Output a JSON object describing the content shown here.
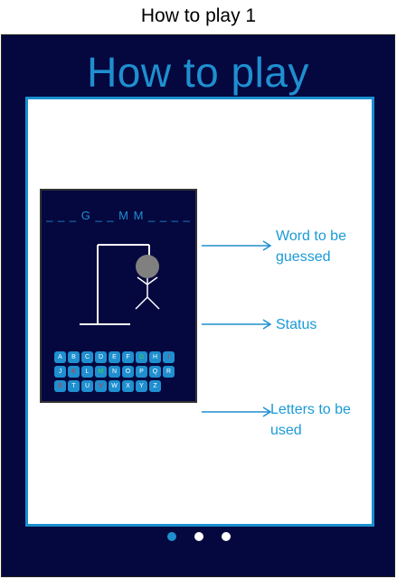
{
  "caption": "How to play 1",
  "screen": {
    "title": "How to play",
    "hangman_preview": {
      "word_pattern": "_ _ _ G _ _ M M _ _ _ _",
      "keyboard_rows": [
        [
          {
            "letter": "A",
            "state": "normal"
          },
          {
            "letter": "B",
            "state": "normal"
          },
          {
            "letter": "C",
            "state": "normal"
          },
          {
            "letter": "D",
            "state": "normal"
          },
          {
            "letter": "E",
            "state": "normal"
          },
          {
            "letter": "F",
            "state": "normal"
          },
          {
            "letter": "G",
            "state": "correct"
          },
          {
            "letter": "H",
            "state": "normal"
          },
          {
            "letter": "I",
            "state": "wrong"
          }
        ],
        [
          {
            "letter": "J",
            "state": "normal"
          },
          {
            "letter": "K",
            "state": "wrong"
          },
          {
            "letter": "L",
            "state": "normal"
          },
          {
            "letter": "M",
            "state": "correct"
          },
          {
            "letter": "N",
            "state": "normal"
          },
          {
            "letter": "O",
            "state": "normal"
          },
          {
            "letter": "P",
            "state": "normal"
          },
          {
            "letter": "Q",
            "state": "normal"
          },
          {
            "letter": "R",
            "state": "normal"
          }
        ],
        [
          {
            "letter": "S",
            "state": "wrong"
          },
          {
            "letter": "T",
            "state": "normal"
          },
          {
            "letter": "U",
            "state": "normal"
          },
          {
            "letter": "V",
            "state": "wrong"
          },
          {
            "letter": "W",
            "state": "normal"
          },
          {
            "letter": "X",
            "state": "normal"
          },
          {
            "letter": "Y",
            "state": "normal"
          },
          {
            "letter": "Z",
            "state": "normal"
          }
        ]
      ]
    },
    "annotations": {
      "word": "Word to be guessed",
      "status": "Status",
      "letters": "Letters to be used"
    },
    "pagination": {
      "current": 1,
      "total": 3
    }
  },
  "colors": {
    "frame": "#04083f",
    "accent": "#1f8fcf",
    "correct_letter": "#3fd14a",
    "wrong_letter": "#e0322c"
  }
}
